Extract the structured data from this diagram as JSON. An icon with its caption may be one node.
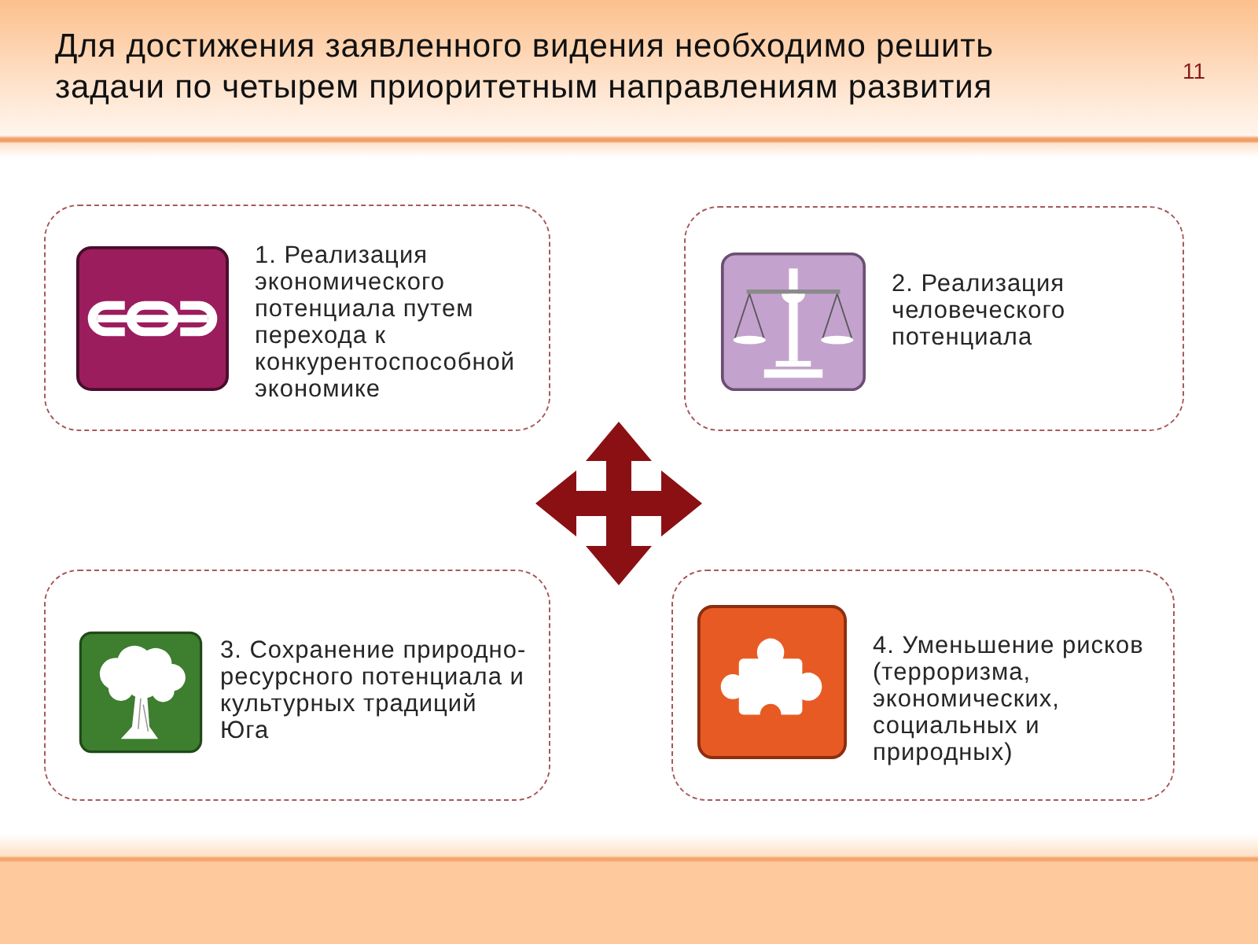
{
  "diagram": {
    "title": "Для достижения заявленного видения необходимо решить задачи по четырем приоритетным направлениям развития",
    "nodes": [
      {
        "text": [
          "1. Реализация экономического потенциала путем перехода к конкурентоспособной экономике"
        ]
      },
      {
        "text": [
          "2. Реализация человеческого потенциала"
        ]
      },
      {
        "text": [
          "3. Сохранение природно-ресурсного потенциала и культурных традиций Юга"
        ]
      },
      {
        "text": [
          "4. Уменьшение рисков (терроризма, экономических, социальных и природных)"
        ]
      }
    ],
    "labels": [
      "11"
    ]
  }
}
